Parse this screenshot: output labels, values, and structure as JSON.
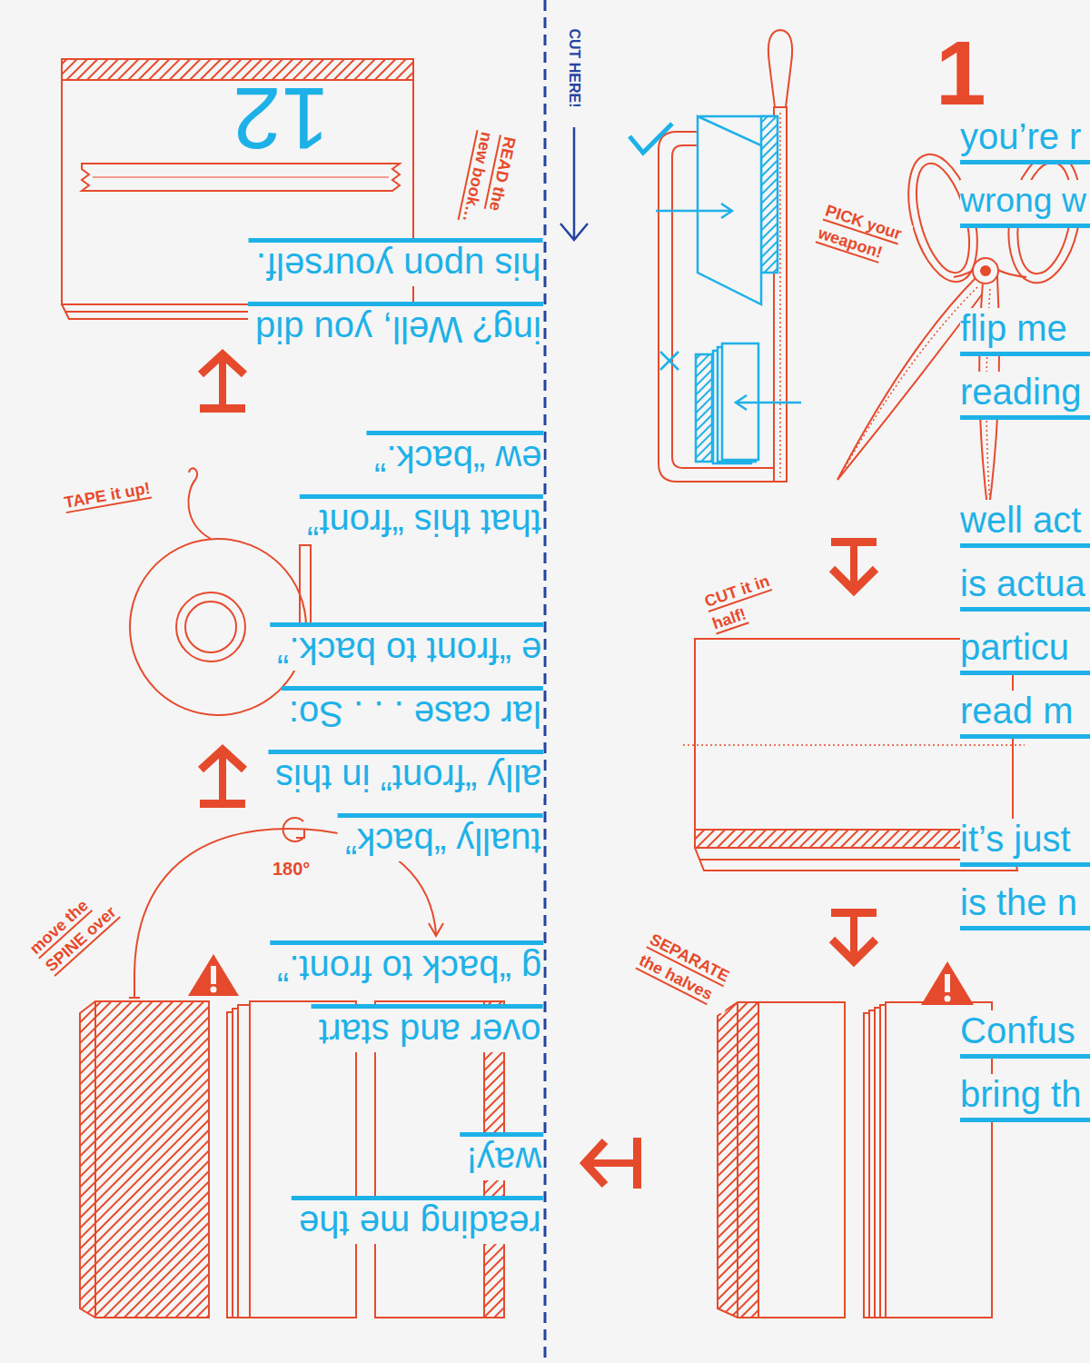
{
  "diagram": {
    "nodes": [
      {
        "text": [
          "12"
        ]
      }
    ],
    "labels": [
      "CUT HERE!",
      "1",
      "you’re r",
      "wrong w",
      "flip me",
      "reading",
      "well act",
      "is actua",
      "particu",
      "read m",
      "it’s just",
      "is the n",
      "Confus",
      "bring th",
      "PICK your weapon!",
      "CUT it in half!",
      "SEPARATE the halves",
      "READ the new book…",
      "TAPE it up!",
      "move the SPINE over",
      "180°",
      "his upon yourself.",
      "ing? Well, you did",
      "ew “back.”",
      "that this “front”",
      "e “front to back.”",
      "lar case . . . So:",
      "ally “front” in this",
      "tually “back”",
      "g “back to front.”",
      "over and start",
      "way!",
      "reading me the"
    ]
  }
}
